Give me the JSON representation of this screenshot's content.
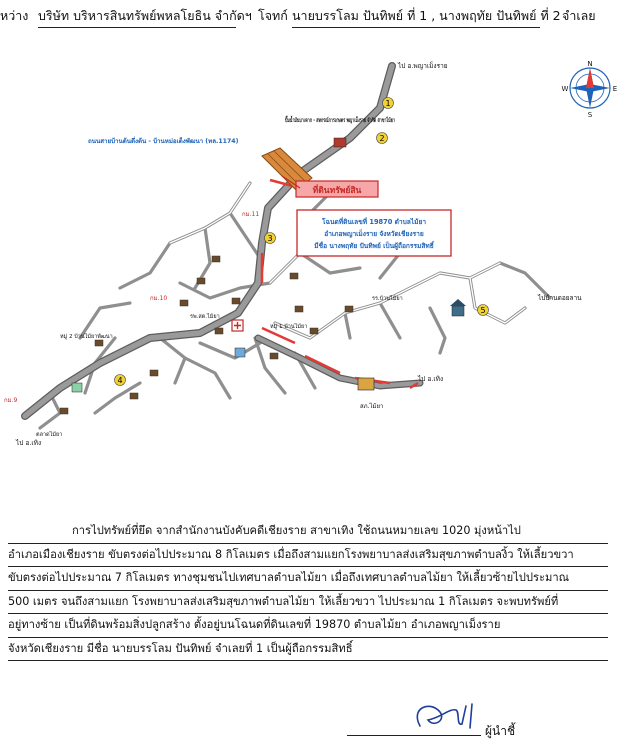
{
  "header": {
    "intro": "หว่าง",
    "company": "บริษัท บริหารสินทรัพย์พหลโยธิน จำกัดฯ",
    "plaintiff_label": "โจทก์",
    "parties": "นายบรรโลม ปันทิพย์ ที่ 1 , นางพฤทัย ปันทิพย์ ที่ 2",
    "defendant_label": "จำเลย"
  },
  "map": {
    "road_sign_top": "ไป อ.พญาเม็งราย",
    "road_sign_right": "ไปบ้านดอยลาน",
    "road_sign_bottom_center": "ไป อ.เทิง",
    "road_sign_bottom_left": "ไป อ.เทิง",
    "highway_label": "ถนนสายบ้านต้นตึ่งต้น - บ้านหม่อเต็งพัฒนา (ทล.1174)",
    "cooperative_label": "ปั๊มน้ำมันบางจาก - สหกรณ์การเกษตร พญาเม็งราย จำกัด สาขาไม้ยา",
    "property_tag": "ที่ดินทรัพย์สิน",
    "property_box_line1": "โฉนดที่ดินเลขที่ 19870 ตำบลไม้ยา",
    "property_box_line2": "อำเภอพญาเม็งราย จังหวัดเชียงราย",
    "property_box_line3": "มีชื่อ นางพฤทัย ปันทิพย์ เป็นผู้ถือกรรมสิทธิ์",
    "km_marker_11": "กม.11",
    "km_marker_10": "กม.10",
    "km_marker_9": "กม.9",
    "district_office_label": "สภ.ไม้ยา",
    "village_label_1": "หมู่ 1 บ้านไม้ยา",
    "village_label_2": "หมู่ 2 บ้านไม้ยาพัฒนา",
    "school_label": "รร.บ้านไม้ยา",
    "hospital_label": "รพ.สต.ไม้ยา",
    "market_label": "ตลาดไม้ยา",
    "compass_n": "N",
    "compass_s": "S",
    "compass_e": "E",
    "compass_w": "W",
    "circle_labels": [
      "1",
      "2",
      "3",
      "4",
      "5"
    ],
    "colors": {
      "road": "#9a9a9a",
      "road_outline": "#5d5d5d",
      "route_arrow": "#e53935",
      "property_red": "#c62828",
      "property_fill": "#f6a7a7",
      "plot_orange": "#d9893b",
      "marker_yellow": "#f2d233",
      "text_blue": "#1e63b8"
    }
  },
  "route_text": {
    "line1": "การไปทรัพย์ที่ยึด จากสำนักงานบังคับคดีเชียงราย สาขาเทิง ใช้ถนนหมายเลข 1020   มุ่งหน้าไป",
    "line2": "อำเภอเมืองเชียงราย ขับตรงต่อไปประมาณ 8 กิโลเมตร เมื่อถึงสามแยกโรงพยาบาลส่งเสริมสุขภาพตำบลงิ้ว ให้เลี้ยวขวา",
    "line3": "ขับตรงต่อไปประมาณ 7 กิโลเมตร ทางชุมชนไปเทศบาลตำบลไม้ยา  เมื่อถึงเทศบาลตำบลไม้ยา  ให้เลี้ยวซ้ายไปประมาณ",
    "line4": "500 เมตร จนถึงสามแยก โรงพยาบาลส่งเสริมสุขภาพตำบลไม้ยา ให้เลี้ยวขวา ไปประมาณ 1 กิโลเมตร  จะพบทรัพย์ที่",
    "line5": "อยู่ทางซ้าย  เป็นที่ดินพร้อมสิ่งปลูกสร้าง  ตั้งอยู่บนโฉนดที่ดินเลขที่  19870 ตำบลไม้ยา  อำเภอพญาเม็งราย",
    "line6": "จังหวัดเชียงราย มีชื่อ นายบรรโลม ปันทิพย์ จำเลยที่ 1 เป็นผู้ถือกรรมสิทธิ์"
  },
  "signature": {
    "label": "ผู้นำชี้"
  }
}
